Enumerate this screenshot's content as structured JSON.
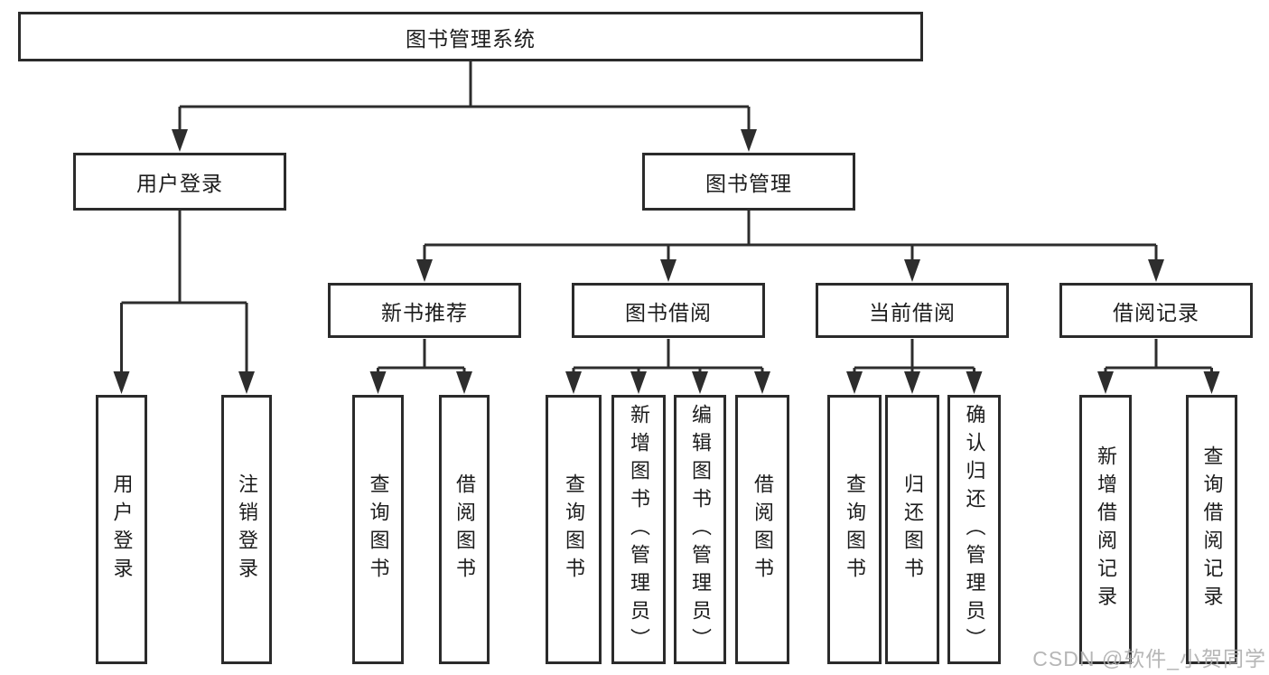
{
  "root": {
    "label": "图书管理系统"
  },
  "level2": {
    "user_login": {
      "label": "用户登录"
    },
    "book_management": {
      "label": "图书管理"
    }
  },
  "level3": {
    "new_book_recommend": {
      "label": "新书推荐"
    },
    "book_borrow": {
      "label": "图书借阅"
    },
    "current_borrow": {
      "label": "当前借阅"
    },
    "borrow_record": {
      "label": "借阅记录"
    }
  },
  "leaves": {
    "user_login": {
      "label": "用户登录"
    },
    "logout": {
      "label": "注销登录"
    },
    "recommend_query_books": {
      "label": "查询图书"
    },
    "recommend_borrow_books": {
      "label": "借阅图书"
    },
    "borrow_query_books": {
      "label": "查询图书"
    },
    "borrow_add_books_admin": {
      "label": "新增图书（管理员）"
    },
    "borrow_edit_books_admin": {
      "label": "编辑图书（管理员）"
    },
    "borrow_borrow_books": {
      "label": "借阅图书"
    },
    "current_query_books": {
      "label": "查询图书"
    },
    "current_return_books": {
      "label": "归还图书"
    },
    "current_confirm_return_admin": {
      "label": "确认归还（管理员）"
    },
    "record_add_borrow_record": {
      "label": "新增借阅记录"
    },
    "record_query_borrow_record": {
      "label": "查询借阅记录"
    }
  },
  "watermark": {
    "text": "CSDN @软件_小贺同学"
  },
  "colors": {
    "line": "#2d2d2d",
    "border": "#2b2b2b",
    "text": "#1c1c1c",
    "watermark": "#acacac",
    "background": "#ffffff"
  }
}
